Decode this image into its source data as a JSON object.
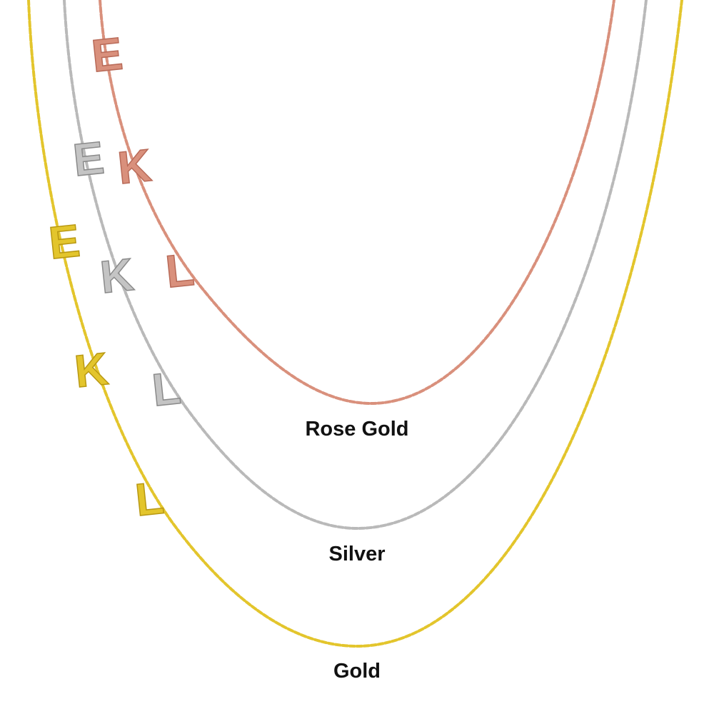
{
  "product": {
    "variants": [
      {
        "label": "Rose Gold",
        "color": "#d9907c",
        "shade": "#b86a58",
        "letters": [
          "E",
          "K",
          "L"
        ]
      },
      {
        "label": "Silver",
        "color": "#b9b9b9",
        "shade": "#8a8a8a",
        "letters": [
          "E",
          "K",
          "L"
        ]
      },
      {
        "label": "Gold",
        "color": "#e3c52c",
        "shade": "#b89812",
        "letters": [
          "E",
          "K",
          "L"
        ]
      }
    ]
  }
}
